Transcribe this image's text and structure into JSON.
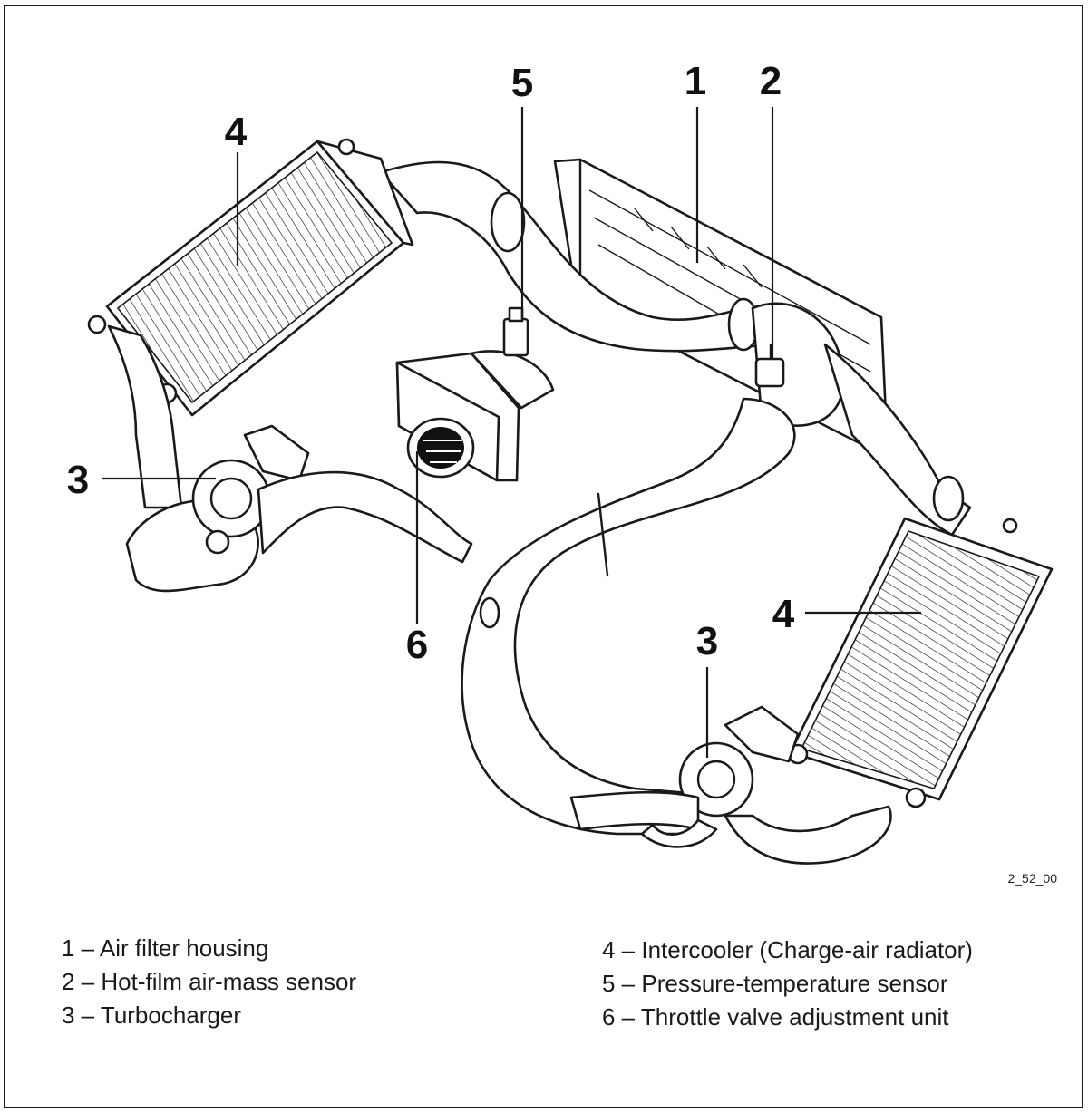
{
  "callouts": {
    "c1": "1",
    "c2": "2",
    "c3a": "3",
    "c3b": "3",
    "c4a": "4",
    "c4b": "4",
    "c5": "5",
    "c6": "6"
  },
  "figure_code": "2_52_00",
  "legend_left": [
    "1 – Air filter housing",
    "2 – Hot-film air-mass sensor",
    "3 – Turbocharger"
  ],
  "legend_right": [
    "4 – Intercooler (Charge-air radiator)",
    "5 – Pressure-temperature sensor",
    "6 – Throttle valve adjustment unit"
  ]
}
